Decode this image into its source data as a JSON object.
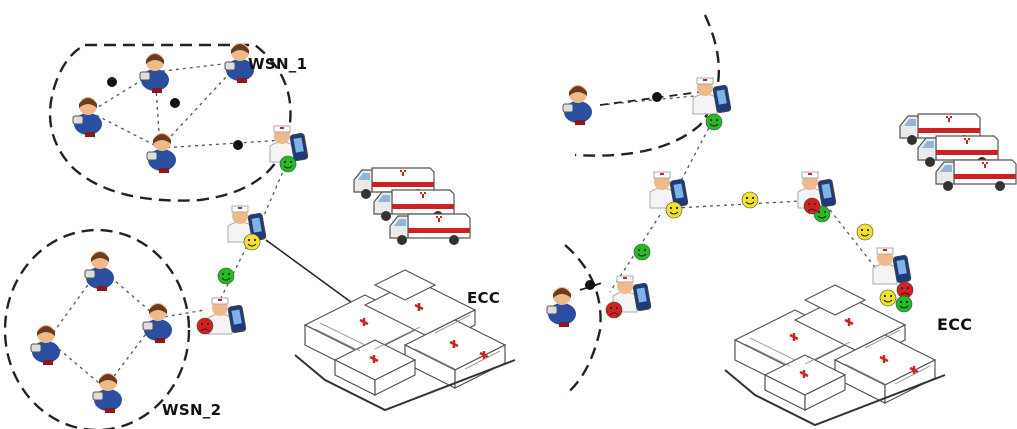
{
  "labels": {
    "wsn1": "WSN_1",
    "wsn2": "WSN_2",
    "ecc_left": "ECC",
    "ecc_right": "ECC"
  },
  "colors": {
    "node_green": "#22bb22",
    "node_yellow": "#f2e22a",
    "node_red": "#d42020",
    "node_black": "#111111",
    "patient_shirt": "#2a4fa0",
    "nurse_uniform": "#f4f4f4",
    "ambulance_stripe": "#cc2222",
    "hospital_line": "#555555"
  },
  "icons": {
    "patient": "patient-with-sensor-icon",
    "nurse": "nurse-with-pda-icon",
    "ambulance": "ambulance-icon",
    "hospital": "hospital-building-icon",
    "green_node": "happy-green-node-icon",
    "yellow_node": "neutral-yellow-node-icon",
    "red_node": "sad-red-node-icon"
  }
}
